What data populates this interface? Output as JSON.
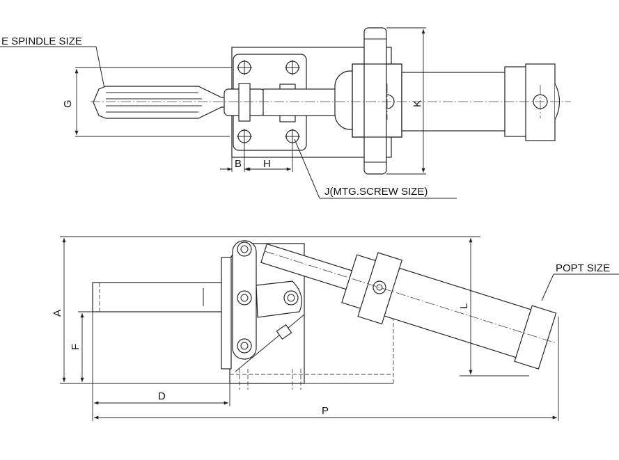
{
  "labels": {
    "spindle": "E SPINDLE SIZE",
    "g": "G",
    "k": "K",
    "b": "B",
    "h": "H",
    "j": "J(MTG.SCREW  SIZE)",
    "popt": "POPT SIZE",
    "a": "A",
    "f": "F",
    "l": "L",
    "d": "D",
    "p": "P"
  }
}
